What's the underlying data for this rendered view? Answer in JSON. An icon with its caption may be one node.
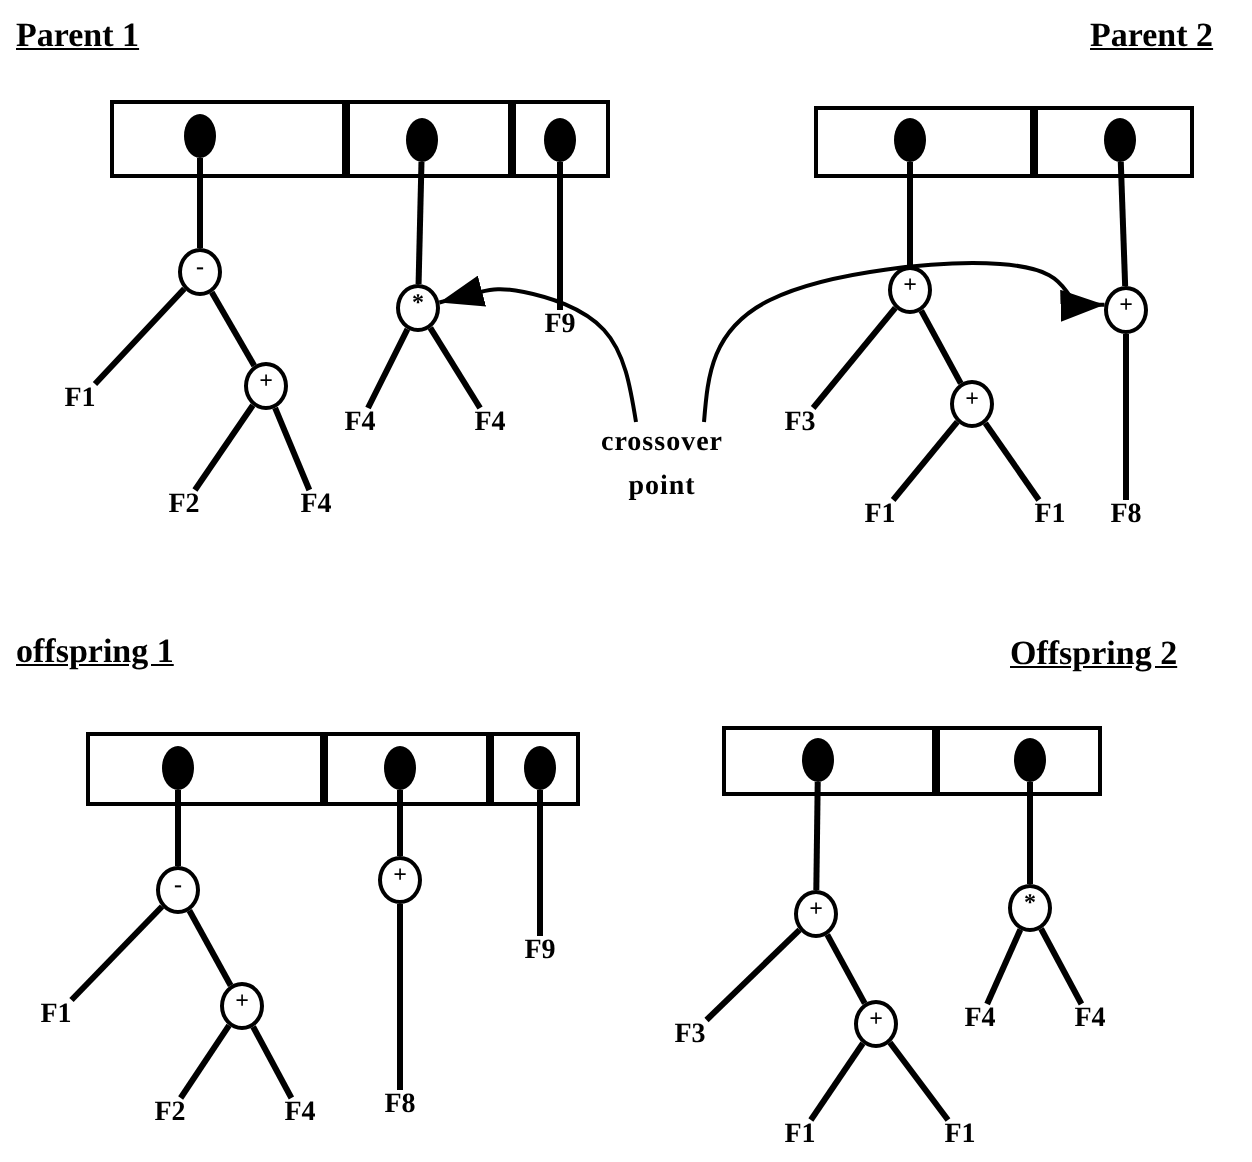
{
  "diagram": {
    "nodes": [
      {
        "text": [],
        "shape": "box"
      },
      {
        "text": [],
        "shape": "circle",
        "in": 0
      },
      {
        "text": [],
        "shape": "box"
      },
      {
        "text": [],
        "shape": "circle",
        "in": 2
      },
      {
        "text": [],
        "shape": "box"
      },
      {
        "text": [],
        "shape": "circle",
        "in": 4
      },
      {
        "text": [
          "-"
        ]
      },
      {
        "text": [
          "F1"
        ]
      },
      {
        "text": [
          "+"
        ]
      },
      {
        "text": [
          "F2"
        ]
      },
      {
        "text": [
          "F4"
        ]
      },
      {
        "text": [
          "*"
        ]
      },
      {
        "text": [
          "F4"
        ]
      },
      {
        "text": [
          "F4"
        ]
      },
      {
        "text": [
          "F9"
        ]
      },
      {
        "text": [],
        "shape": "box"
      },
      {
        "text": [],
        "shape": "circle",
        "in": 15
      },
      {
        "text": [],
        "shape": "box"
      },
      {
        "text": [],
        "shape": "circle",
        "in": 17
      },
      {
        "text": [
          "+"
        ]
      },
      {
        "text": [
          "F3"
        ]
      },
      {
        "text": [
          "+"
        ]
      },
      {
        "text": [
          "F1"
        ]
      },
      {
        "text": [
          "F1"
        ]
      },
      {
        "text": [
          "+"
        ]
      },
      {
        "text": [
          "F8"
        ]
      },
      {
        "text": [
          "crossover point"
        ]
      },
      {
        "text": [],
        "shape": "box"
      },
      {
        "text": [],
        "shape": "circle",
        "in": 27
      },
      {
        "text": [],
        "shape": "box"
      },
      {
        "text": [],
        "shape": "circle",
        "in": 29
      },
      {
        "text": [],
        "shape": "box"
      },
      {
        "text": [],
        "shape": "circle",
        "in": 31
      },
      {
        "text": [
          "-"
        ]
      },
      {
        "text": [
          "F1"
        ]
      },
      {
        "text": [
          "+"
        ]
      },
      {
        "text": [
          "F2"
        ]
      },
      {
        "text": [
          "F4"
        ]
      },
      {
        "text": [
          "+"
        ]
      },
      {
        "text": [
          "F8"
        ]
      },
      {
        "text": [
          "F9"
        ]
      },
      {
        "text": [],
        "shape": "box"
      },
      {
        "text": [],
        "shape": "circle",
        "in": 41
      },
      {
        "text": [],
        "shape": "box"
      },
      {
        "text": [],
        "shape": "circle",
        "in": 43
      },
      {
        "text": [
          "+"
        ]
      },
      {
        "text": [
          "F3"
        ]
      },
      {
        "text": [
          "+"
        ]
      },
      {
        "text": [
          "F1"
        ]
      },
      {
        "text": [
          "F1"
        ]
      },
      {
        "text": [
          "*"
        ]
      },
      {
        "text": [
          "F4"
        ]
      },
      {
        "text": [
          "F4"
        ]
      }
    ],
    "edges": [
      {
        "from": 1,
        "to": 6,
        "arrow": "none"
      },
      {
        "from": 6,
        "to": 7,
        "arrow": "none"
      },
      {
        "from": 6,
        "to": 8,
        "arrow": "none"
      },
      {
        "from": 8,
        "to": 9,
        "arrow": "none"
      },
      {
        "from": 8,
        "to": 10,
        "arrow": "none"
      },
      {
        "from": 3,
        "to": 11,
        "arrow": "none"
      },
      {
        "from": 11,
        "to": 12,
        "arrow": "none"
      },
      {
        "from": 11,
        "to": 13,
        "arrow": "none"
      },
      {
        "from": 5,
        "to": 14,
        "arrow": "none"
      },
      {
        "from": 16,
        "to": 19,
        "arrow": "none"
      },
      {
        "from": 19,
        "to": 20,
        "arrow": "none"
      },
      {
        "from": 19,
        "to": 21,
        "arrow": "none"
      },
      {
        "from": 21,
        "to": 22,
        "arrow": "none"
      },
      {
        "from": 21,
        "to": 23,
        "arrow": "none"
      },
      {
        "from": 18,
        "to": 24,
        "arrow": "none"
      },
      {
        "from": 24,
        "to": 25,
        "arrow": "none"
      },
      {
        "from": 26,
        "to": 11,
        "arrow": "to"
      },
      {
        "from": 26,
        "to": 24,
        "arrow": "to"
      },
      {
        "from": 28,
        "to": 33,
        "arrow": "none"
      },
      {
        "from": 33,
        "to": 34,
        "arrow": "none"
      },
      {
        "from": 33,
        "to": 35,
        "arrow": "none"
      },
      {
        "from": 35,
        "to": 36,
        "arrow": "none"
      },
      {
        "from": 35,
        "to": 37,
        "arrow": "none"
      },
      {
        "from": 30,
        "to": 38,
        "arrow": "none"
      },
      {
        "from": 38,
        "to": 39,
        "arrow": "none"
      },
      {
        "from": 32,
        "to": 40,
        "arrow": "none"
      },
      {
        "from": 42,
        "to": 45,
        "arrow": "none"
      },
      {
        "from": 45,
        "to": 46,
        "arrow": "none"
      },
      {
        "from": 45,
        "to": 47,
        "arrow": "none"
      },
      {
        "from": 47,
        "to": 48,
        "arrow": "none"
      },
      {
        "from": 47,
        "to": 49,
        "arrow": "none"
      },
      {
        "from": 44,
        "to": 50,
        "arrow": "none"
      },
      {
        "from": 50,
        "to": 51,
        "arrow": "none"
      },
      {
        "from": 50,
        "to": 52,
        "arrow": "none"
      }
    ],
    "labels": [
      "Parent 1",
      "Parent 2",
      "offspring 1",
      "Offspring 2"
    ]
  }
}
